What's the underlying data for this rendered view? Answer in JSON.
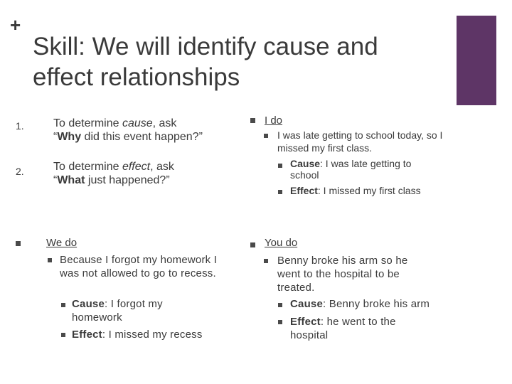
{
  "title": "Skill: We will identify cause and effect relationships",
  "left": {
    "q1": {
      "num": "1.",
      "pre": "To determine ",
      "term": "cause",
      "post": ", ask",
      "q_bold": "Why",
      "q_rest": " did this event happen?”",
      "q_open": "“"
    },
    "q2": {
      "num": "2.",
      "pre": "To determine ",
      "term": "effect",
      "post": ", ask",
      "q_bold": "What",
      "q_rest": " just happened?”",
      "q_open": "“"
    },
    "we_do": {
      "heading": "We do",
      "sentence": "Because I forgot my homework I was not allowed to go to recess.",
      "cause_label": "Cause",
      "cause_text": ": I forgot my homework",
      "effect_label": "Effect",
      "effect_text": ": I missed my recess"
    }
  },
  "right": {
    "i_do": {
      "heading": "I do",
      "sentence": "I was late getting to school today, so I missed my first class.",
      "cause_label": "Cause",
      "cause_text": ": I was late getting to school",
      "effect_label": "Effect",
      "effect_text": ": I missed my first class"
    },
    "you_do": {
      "heading": "You do",
      "sentence": "Benny broke his arm so he went to the hospital to be treated.",
      "cause_label": "Cause",
      "cause_text": ": Benny broke his arm",
      "effect_label": "Effect",
      "effect_text": ": he went to the hospital"
    }
  },
  "colors": {
    "accent": "#5e3566",
    "text": "#3a3a3a"
  }
}
